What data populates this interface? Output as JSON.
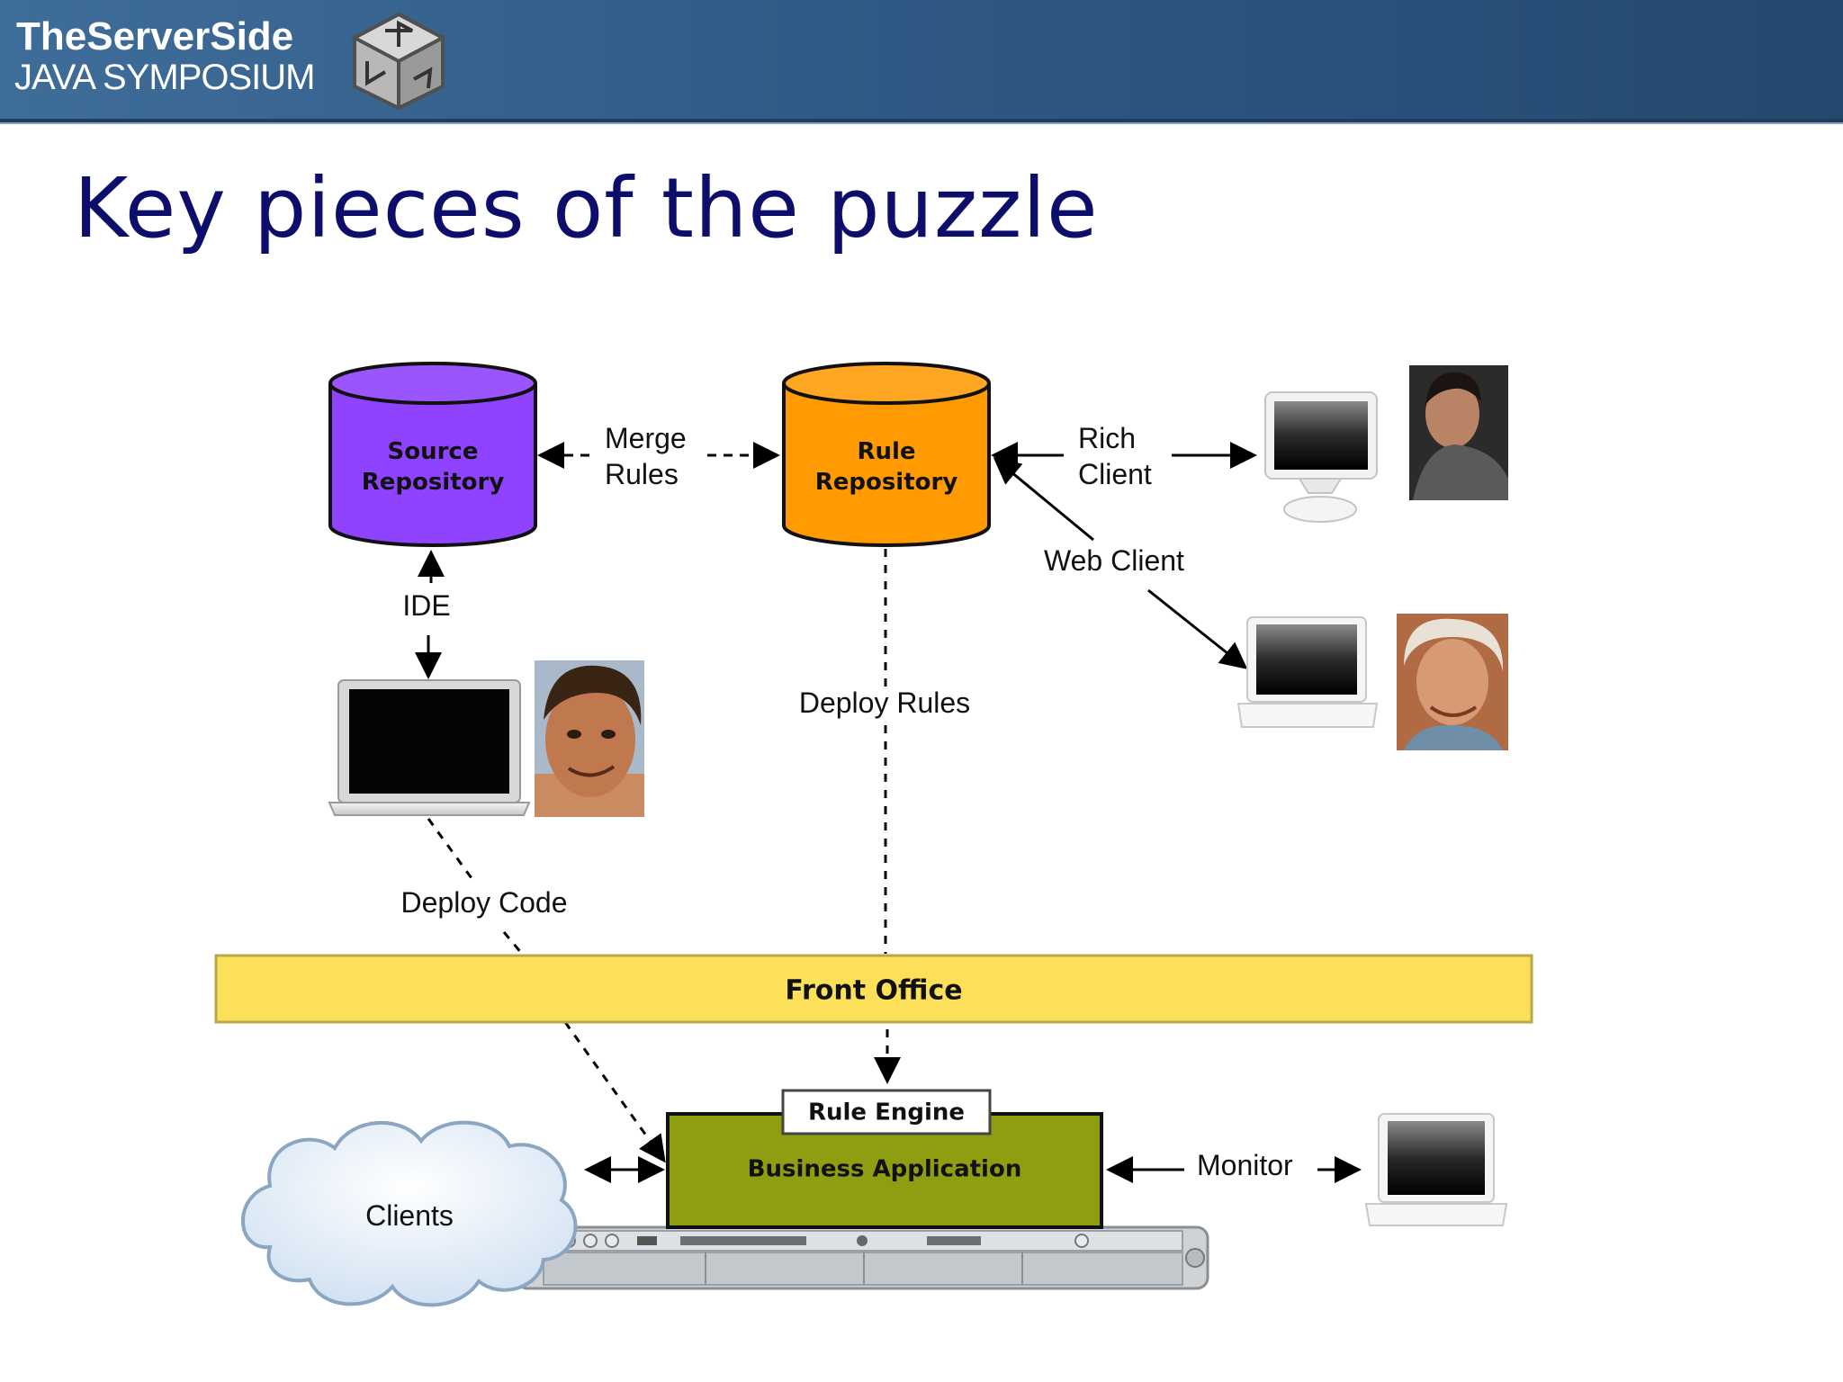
{
  "header": {
    "brand_line1": "TheServerSide",
    "brand_line2": "JAVA SYMPOSIUM",
    "logo_icon": "cube-icon",
    "colors": {
      "bar": "#2f5a85",
      "text": "#ffffff"
    }
  },
  "slide": {
    "title": "Key pieces of the puzzle",
    "title_color": "#0d0d6b"
  },
  "diagram": {
    "source_repo": {
      "line1": "Source",
      "line2": "Repository",
      "color": "#8f43ff"
    },
    "rule_repo": {
      "line1": "Rule",
      "line2": "Repository",
      "color": "#ff9a00"
    },
    "merge_rules": {
      "line1": "Merge",
      "line2": "Rules"
    },
    "rich_client": {
      "line1": "Rich",
      "line2": "Client"
    },
    "web_client": "Web Client",
    "ide": "IDE",
    "deploy_rules": "Deploy Rules",
    "deploy_code": "Deploy Code",
    "front_office": {
      "label": "Front Office",
      "color": "#fde05a"
    },
    "rule_engine": "Rule Engine",
    "business_app": {
      "label": "Business Application",
      "color": "#8f9e10"
    },
    "clients": "Clients",
    "monitor": "Monitor",
    "icons": [
      "developer-photo",
      "person-photo",
      "person-photo",
      "laptop-icon",
      "desktop-computer-icon",
      "server-rack-icon",
      "cloud-icon"
    ]
  }
}
